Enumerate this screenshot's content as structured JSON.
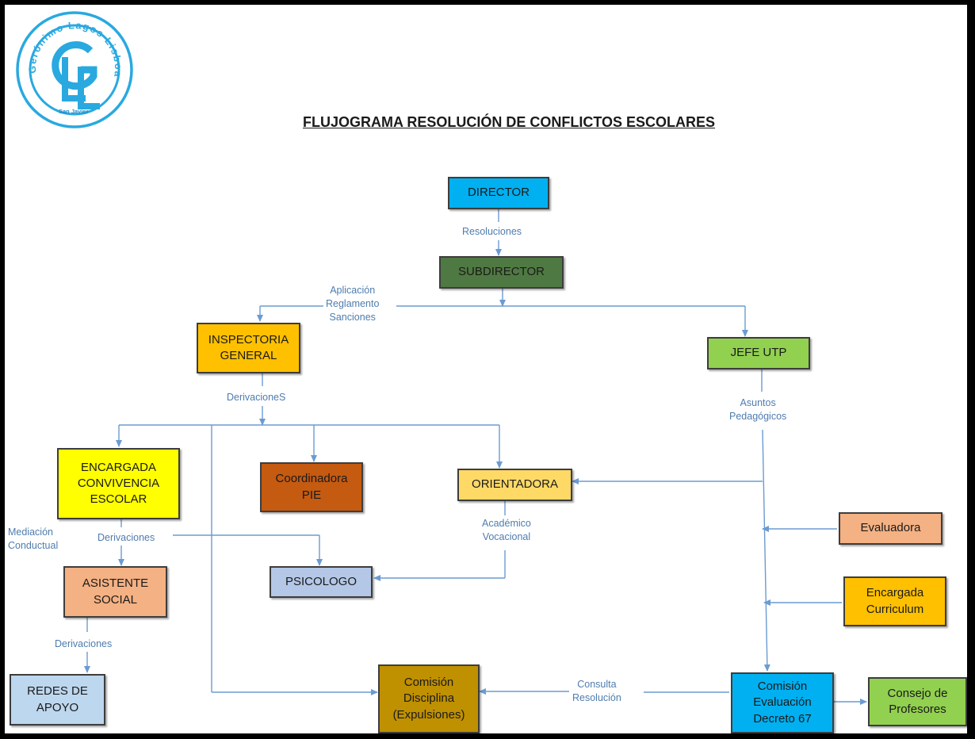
{
  "logo": {
    "arc_text": "Gerónimo Lagos Lisboa",
    "monogram": "GLL",
    "subtitle": "San Javier",
    "color": "#29a9e0"
  },
  "title": "FLUJOGRAMA RESOLUCIÓN DE CONFLICTOS ESCOLARES",
  "nodes": {
    "director": {
      "lines": [
        "DIRECTOR"
      ],
      "fill": "#00b0f0"
    },
    "subdirector": {
      "lines": [
        "SUBDIRECTOR"
      ],
      "fill": "#4f7942"
    },
    "inspectoria": {
      "lines": [
        "INSPECTORIA",
        "GENERAL"
      ],
      "fill": "#ffc000"
    },
    "jefe_utp": {
      "lines": [
        "JEFE UTP"
      ],
      "fill": "#92d050"
    },
    "encargada_convivencia": {
      "lines": [
        "ENCARGADA",
        "CONVIVENCIA",
        "ESCOLAR"
      ],
      "fill": "#ffff00"
    },
    "coordinadora_pie": {
      "lines": [
        "Coordinadora",
        "PIE"
      ],
      "fill": "#c55a11"
    },
    "orientadora": {
      "lines": [
        "ORIENTADORA"
      ],
      "fill": "#ffd966"
    },
    "asistente_social": {
      "lines": [
        "ASISTENTE",
        "SOCIAL"
      ],
      "fill": "#f4b183"
    },
    "psicologo": {
      "lines": [
        "PSICOLOGO"
      ],
      "fill": "#b4c7e7"
    },
    "evaluadora": {
      "lines": [
        "Evaluadora"
      ],
      "fill": "#f4b183"
    },
    "encargada_curriculum": {
      "lines": [
        "Encargada",
        "Curriculum"
      ],
      "fill": "#ffc000"
    },
    "redes_apoyo": {
      "lines": [
        "REDES DE",
        "APOYO"
      ],
      "fill": "#bdd7ee"
    },
    "comision_disciplina": {
      "lines": [
        "Comisión",
        "Disciplina",
        "(Expulsiones)"
      ],
      "fill": "#bf9000"
    },
    "comision_evaluacion": {
      "lines": [
        "Comisión",
        "Evaluación",
        "Decreto 67"
      ],
      "fill": "#00b0f0"
    },
    "consejo_profesores": {
      "lines": [
        "Consejo de",
        "Profesores"
      ],
      "fill": "#92d050"
    }
  },
  "edge_labels": {
    "resoluciones": [
      "Resoluciones"
    ],
    "aplicacion": [
      "Aplicación",
      "Reglamento",
      "Sanciones"
    ],
    "derivaciones_s": [
      "DerivacioneS"
    ],
    "asuntos": [
      "Asuntos",
      "Pedagógicos"
    ],
    "mediacion": [
      "Mediación",
      "Conductual"
    ],
    "derivaciones_1": [
      "Derivaciones"
    ],
    "academico": [
      "Académico",
      "Vocacional"
    ],
    "derivaciones_2": [
      "Derivaciones"
    ],
    "consulta": [
      "Consulta",
      "Resolución"
    ]
  },
  "line_color": "#6b9bd1"
}
